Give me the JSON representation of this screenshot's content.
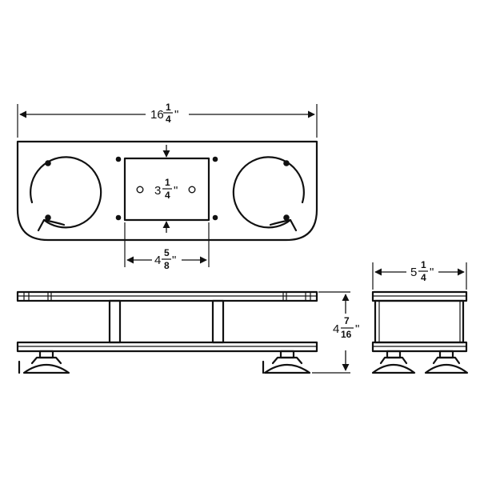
{
  "dimensions": {
    "overall_width": {
      "whole": "16",
      "num": "1",
      "den": "4",
      "unit": "\""
    },
    "plate_height": {
      "whole": "3",
      "num": "1",
      "den": "4",
      "unit": "\""
    },
    "plate_width": {
      "whole": "4",
      "num": "5",
      "den": "8",
      "unit": "\""
    },
    "depth": {
      "whole": "5",
      "num": "1",
      "den": "4",
      "unit": "\""
    },
    "total_height": {
      "whole": "4",
      "num": "7",
      "den": "16",
      "unit": "\""
    }
  }
}
